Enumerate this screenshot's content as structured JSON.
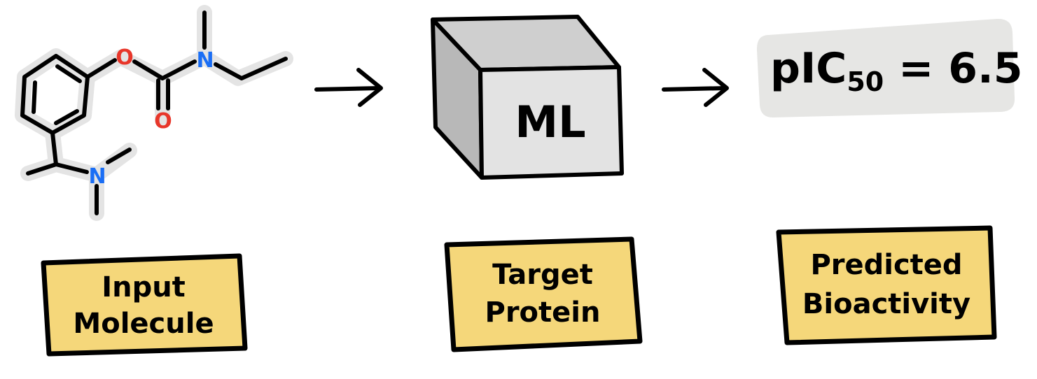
{
  "molecule": {
    "atoms": {
      "ester_oxygen": "O",
      "carbonyl_oxygen": "O",
      "carbamate_nitrogen": "N",
      "amine_nitrogen": "N"
    }
  },
  "model": {
    "box_label": "ML"
  },
  "prediction": {
    "value_prefix": "pIC",
    "value_subscript": "50",
    "value_suffix": " = 6.5"
  },
  "labels": {
    "input": [
      "Input",
      "Molecule"
    ],
    "target": [
      "Target",
      "Protein"
    ],
    "output": [
      "Predicted",
      "Bioactivity"
    ]
  },
  "colors": {
    "oxygen": "#e8362a",
    "nitrogen": "#1a6ef5",
    "note_fill": "#f5d77a",
    "box_face": "#e3e3e3",
    "bubble": "#e6e6e4",
    "ink": "#000000"
  }
}
